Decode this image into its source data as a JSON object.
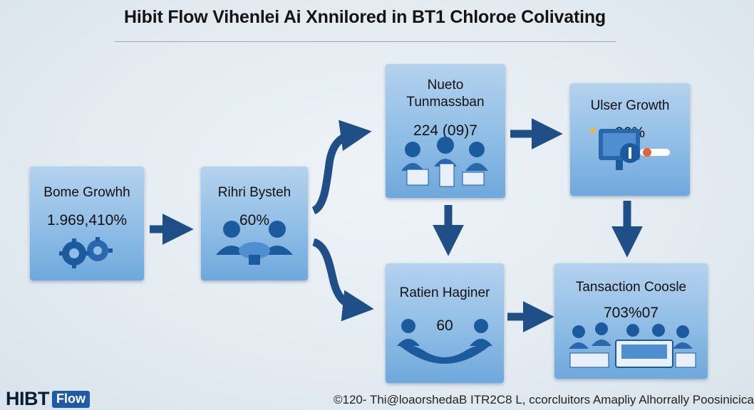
{
  "title": "Hibit Flow Vihenlei Ai Xnnilored in BT1 Chloroe Colivating",
  "nodes": {
    "bome_growth": {
      "label": "Bome Growhh",
      "value": "1.969,410%"
    },
    "rihri_bysteh": {
      "label": "Rihri Bysteh",
      "value": "60%"
    },
    "nueto": {
      "label_line1": "Nueto",
      "label_line2": "Tunmassban",
      "value": "224 (09)7"
    },
    "user_growth": {
      "label": "Ulser Growth",
      "value": "26%"
    },
    "ratien_haginer": {
      "label": "Ratien Haginer",
      "value": "60"
    },
    "transaction": {
      "label": "Tansaction Coosle",
      "value": "703%07"
    }
  },
  "footer": {
    "logo_main": "HIBT",
    "logo_badge": "Flow",
    "caption": "©120- Thi@loaorshedaB ITR2C8 L, ccorcluitors Amapliy Alhorrally Poosinicica"
  },
  "colors": {
    "card_top": "#b4d2ee",
    "card_bottom": "#6fa8dc",
    "arrow": "#1f4f86",
    "icon_dark": "#1c5a9e",
    "icon_light": "#4f8fd0"
  }
}
